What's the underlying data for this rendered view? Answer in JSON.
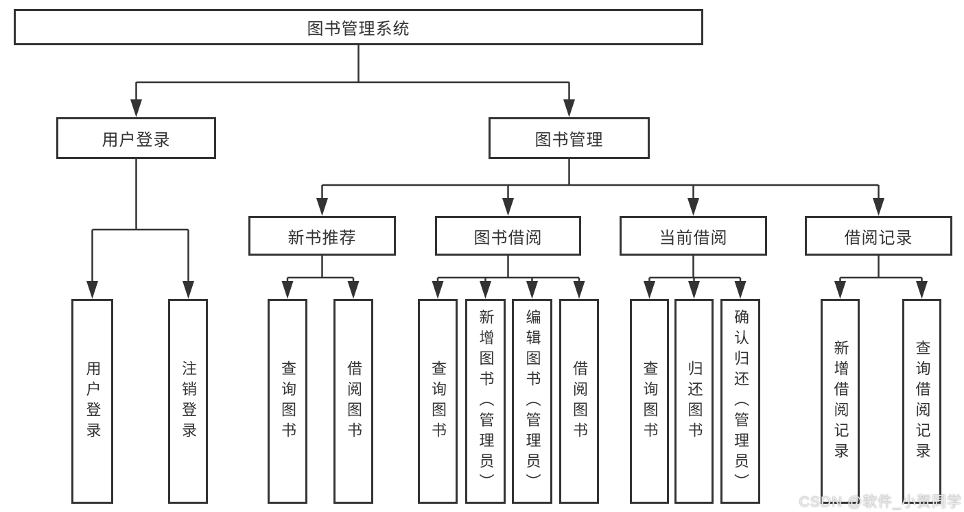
{
  "colors": {
    "line": "#333333",
    "border": "#333333",
    "text": "#333333",
    "node_background": "#ffffff",
    "page_background": "#ffffff",
    "watermark_text": "#ececec"
  },
  "watermark": {
    "text": "CSDN @软件_小贺同学"
  },
  "nodes": {
    "root": {
      "label": "图书管理系统"
    },
    "user_login": {
      "label": "用户登录"
    },
    "book_mgmt": {
      "label": "图书管理"
    },
    "new_book_rec": {
      "label": "新书推荐"
    },
    "book_borrow": {
      "label": "图书借阅"
    },
    "current_borrow": {
      "label": "当前借阅"
    },
    "borrow_records": {
      "label": "借阅记录"
    },
    "leaf_user_login": {
      "label": "用户登录"
    },
    "leaf_logout": {
      "label": "注销登录"
    },
    "leaf_query_book_1": {
      "label": "查询图书"
    },
    "leaf_borrow_book_1": {
      "label": "借阅图书"
    },
    "leaf_query_book_2": {
      "label": "查询图书"
    },
    "leaf_add_book": {
      "label": "新增图书（管理员）"
    },
    "leaf_edit_book": {
      "label": "编辑图书（管理员）"
    },
    "leaf_borrow_book_2": {
      "label": "借阅图书"
    },
    "leaf_query_book_3": {
      "label": "查询图书"
    },
    "leaf_return_book": {
      "label": "归还图书"
    },
    "leaf_confirm_return": {
      "label": "确认归还（管理员）"
    },
    "leaf_add_record": {
      "label": "新增借阅记录"
    },
    "leaf_query_record": {
      "label": "查询借阅记录"
    }
  },
  "hierarchy": {
    "图书管理系统": {
      "用户登录": [
        "用户登录",
        "注销登录"
      ],
      "图书管理": {
        "新书推荐": [
          "查询图书",
          "借阅图书"
        ],
        "图书借阅": [
          "查询图书",
          "新增图书（管理员）",
          "编辑图书（管理员）",
          "借阅图书"
        ],
        "当前借阅": [
          "查询图书",
          "归还图书",
          "确认归还（管理员）"
        ],
        "借阅记录": [
          "新增借阅记录",
          "查询借阅记录"
        ]
      }
    }
  }
}
